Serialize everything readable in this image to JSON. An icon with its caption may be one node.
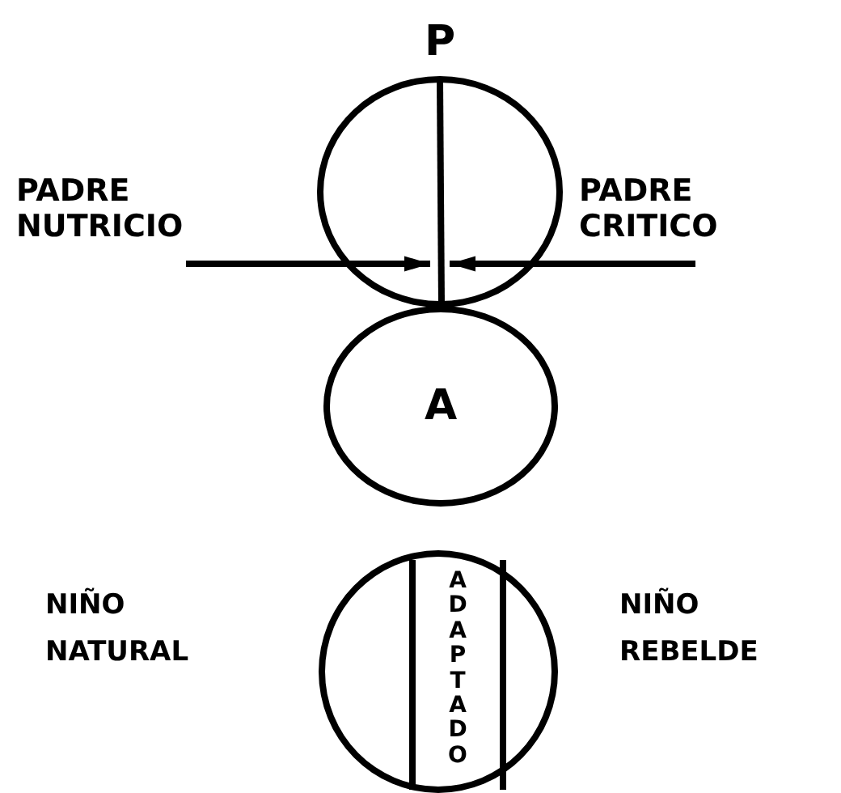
{
  "diagram": {
    "nodes": [
      {
        "text": [
          "P"
        ]
      },
      {
        "text": [
          "PADRE NUTRICIO"
        ]
      },
      {
        "text": [
          "PADRE CRITICO"
        ]
      },
      {
        "text": [
          "A"
        ]
      },
      {
        "text": [],
        "shape": "circle"
      },
      {
        "text": [
          "ADAPTADO"
        ],
        "in": 4
      }
    ],
    "edges": [
      {
        "from": 1,
        "to": 0,
        "arrow": "to"
      },
      {
        "from": 2,
        "to": 0,
        "arrow": "to"
      }
    ],
    "labels": [
      "NIÑO NATURAL",
      "NIÑO REBELDE"
    ]
  }
}
